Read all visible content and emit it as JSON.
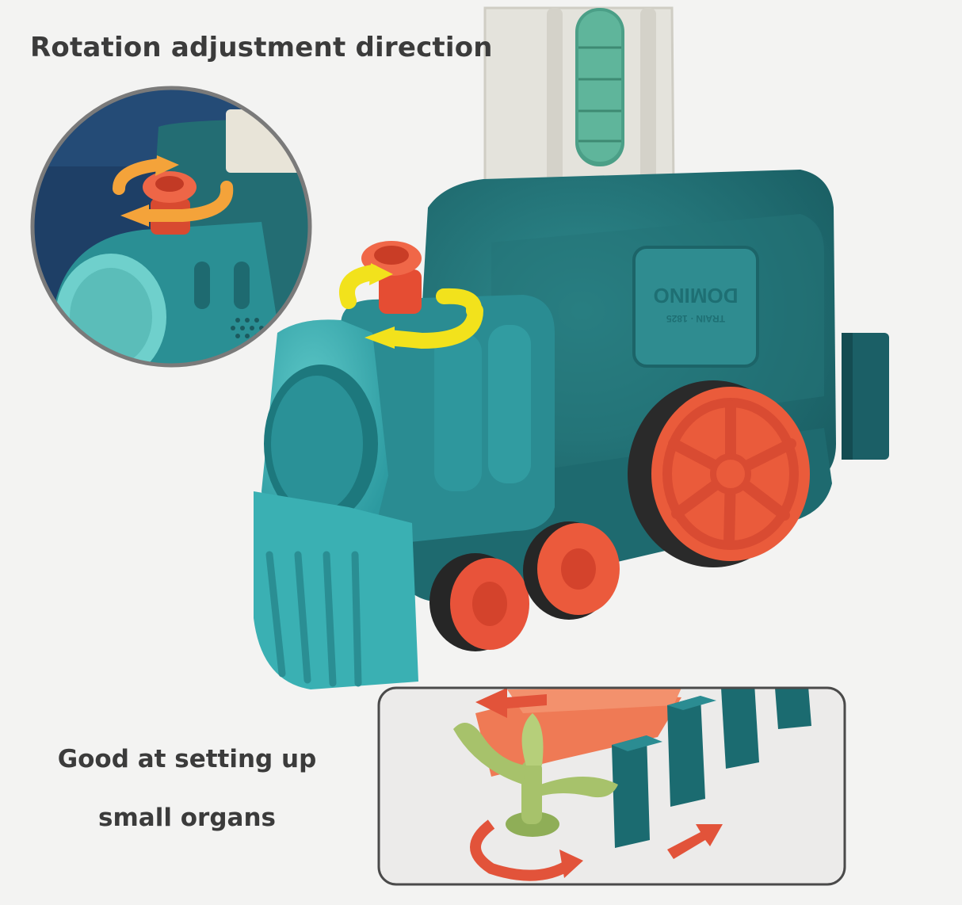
{
  "headline": "Rotation adjustment direction",
  "caption": {
    "line1": "Good at setting up",
    "line2": "small organs"
  },
  "train_plate": {
    "brand": "DOMINO",
    "sub": "TRAIN · 1825"
  },
  "colors": {
    "background": "#f3f3f2",
    "train_teal": "#1f6f73",
    "train_light_teal": "#3fb3b5",
    "wheel_orange": "#ea5b3b",
    "arrow_yellow": "#f2e21c",
    "arrow_orange": "#f4a33a",
    "domino_teal": "#1b6b70",
    "cactus_green": "#a7c26b"
  },
  "icons": [
    "rotation-arrow-icon",
    "direction-arrow-icon"
  ]
}
